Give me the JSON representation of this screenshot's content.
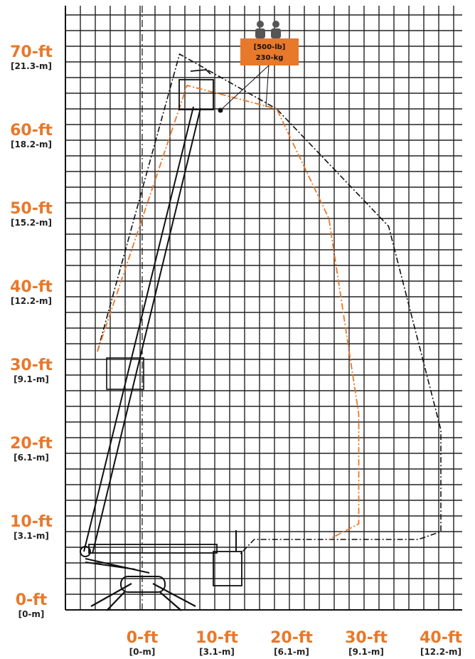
{
  "colors": {
    "accent": "#e8782a",
    "ink": "#111111",
    "grid": "#222222",
    "sub": "#222222"
  },
  "capacity": {
    "lb": "[500-lb]",
    "kg": "230-kg",
    "people_icon": "two-worker-hardhat-icon"
  },
  "chart_data": {
    "type": "diagram",
    "y_labels": [
      {
        "ft": "70-ft",
        "m": "[21.3-m]",
        "value": 70
      },
      {
        "ft": "60-ft",
        "m": "[18.2-m]",
        "value": 60
      },
      {
        "ft": "50-ft",
        "m": "[15.2-m]",
        "value": 50
      },
      {
        "ft": "40-ft",
        "m": "[12.2-m]",
        "value": 40
      },
      {
        "ft": "30-ft",
        "m": "[9.1-m]",
        "value": 30
      },
      {
        "ft": "20-ft",
        "m": "[6.1-m]",
        "value": 20
      },
      {
        "ft": "10-ft",
        "m": "[3.1-m]",
        "value": 10
      },
      {
        "ft": "0-ft",
        "m": "[0-m]",
        "value": 0
      }
    ],
    "x_labels": [
      {
        "ft": "0-ft",
        "m": "[0-m]",
        "value": 0
      },
      {
        "ft": "10-ft",
        "m": "[3.1-m]",
        "value": 10
      },
      {
        "ft": "20-ft",
        "m": "[6.1-m]",
        "value": 20
      },
      {
        "ft": "30-ft",
        "m": "[9.1-m]",
        "value": 30
      },
      {
        "ft": "40-ft",
        "m": "[12.2-m]",
        "value": 40
      }
    ],
    "grid": true,
    "x_range": [
      -10,
      44
    ],
    "y_range": [
      -1,
      78
    ],
    "outer_envelope": [
      [
        -6,
        33
      ],
      [
        5,
        71
      ],
      [
        18,
        64
      ],
      [
        33,
        49
      ],
      [
        40,
        23
      ],
      [
        40,
        10
      ],
      [
        37,
        9
      ],
      [
        15,
        9
      ],
      [
        13,
        7
      ]
    ],
    "inner_envelope": [
      [
        -6,
        33
      ],
      [
        6,
        67
      ],
      [
        18,
        64
      ],
      [
        25,
        50
      ],
      [
        29,
        25
      ],
      [
        29,
        11
      ],
      [
        25,
        9
      ]
    ]
  }
}
